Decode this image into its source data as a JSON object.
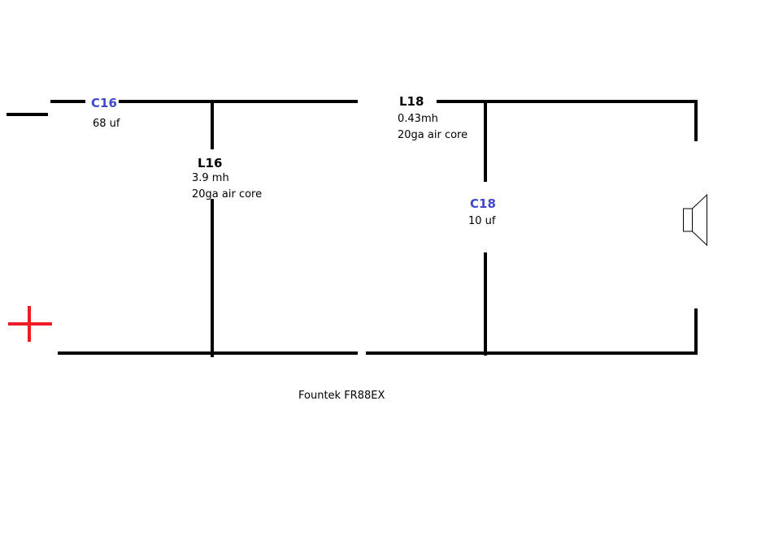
{
  "components": {
    "c16": {
      "name": "C16",
      "value": "68 uf",
      "color": "#3F48CC"
    },
    "l16": {
      "name": "L16",
      "value": "3.9 mh",
      "wire": "20ga air core",
      "color": "#000000"
    },
    "l18": {
      "name": "L18",
      "value": "0.43mh",
      "wire": "20ga air core",
      "color": "#000000"
    },
    "c18": {
      "name": "C18",
      "value": "10 uf",
      "color": "#3F48CC"
    }
  },
  "polarity": {
    "negative_icon": "minus-icon",
    "positive_icon": "plus-icon",
    "negative_color": "#000000",
    "positive_color": "#ED1C24"
  },
  "driver": {
    "icon": "speaker-icon",
    "model": "Fountek FR88EX"
  }
}
